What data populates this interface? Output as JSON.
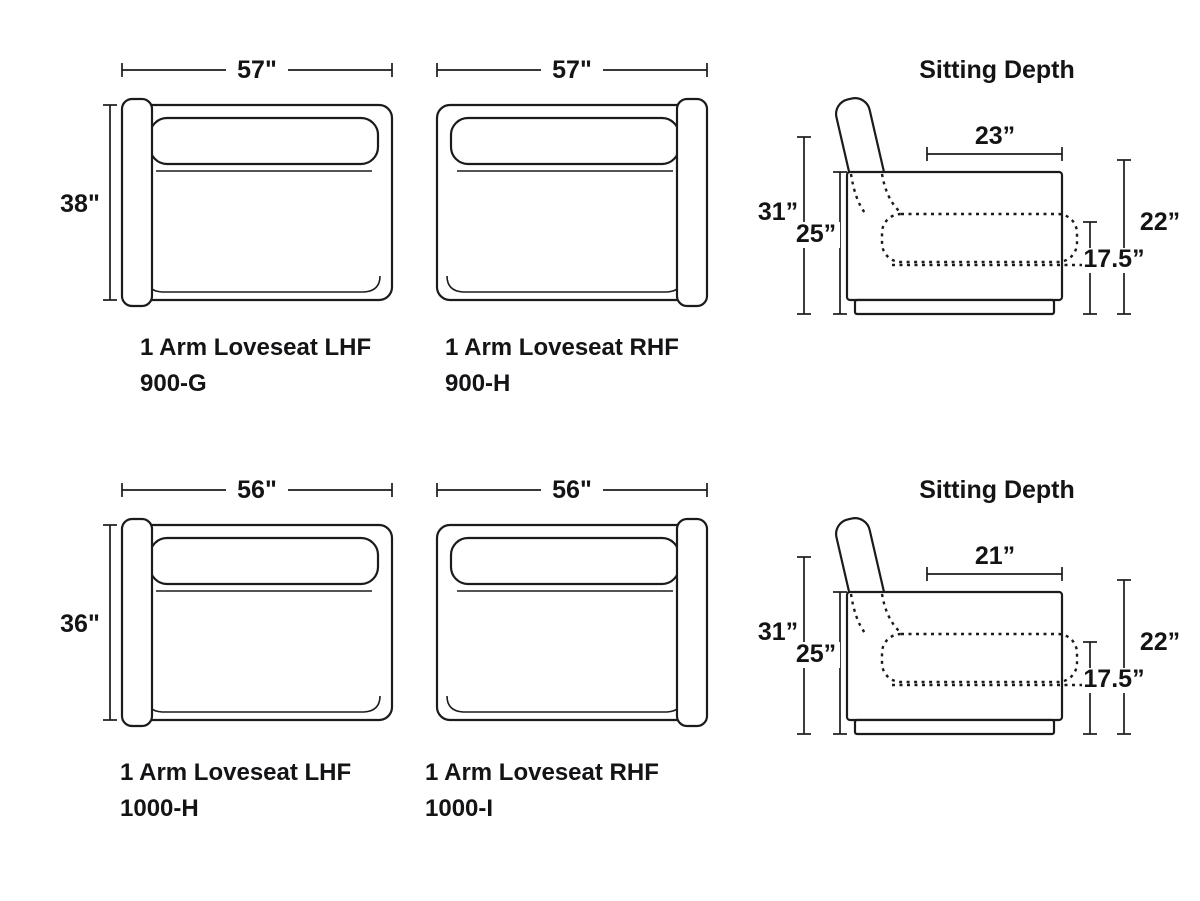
{
  "page": {
    "background": "#ffffff",
    "ink": "#1b1b1b"
  },
  "sections": [
    {
      "top_width": "57\"",
      "top_depth": "38\"",
      "lhf": {
        "name": "1 Arm Loveseat LHF",
        "sku": "900-G"
      },
      "rhf": {
        "name": "1 Arm Loveseat RHF",
        "sku": "900-H"
      },
      "side": {
        "title": "Sitting Depth",
        "sitting_depth": "23”",
        "overall_height": "31”",
        "arm_height": "25”",
        "back_height": "22”",
        "seat_height": "17.5”"
      }
    },
    {
      "top_width": "56\"",
      "top_depth": "36\"",
      "lhf": {
        "name": "1 Arm Loveseat LHF",
        "sku": "1000-H"
      },
      "rhf": {
        "name": "1 Arm Loveseat RHF",
        "sku": "1000-I"
      },
      "side": {
        "title": "Sitting Depth",
        "sitting_depth": "21”",
        "overall_height": "31”",
        "arm_height": "25”",
        "back_height": "22”",
        "seat_height": "17.5”"
      }
    }
  ]
}
